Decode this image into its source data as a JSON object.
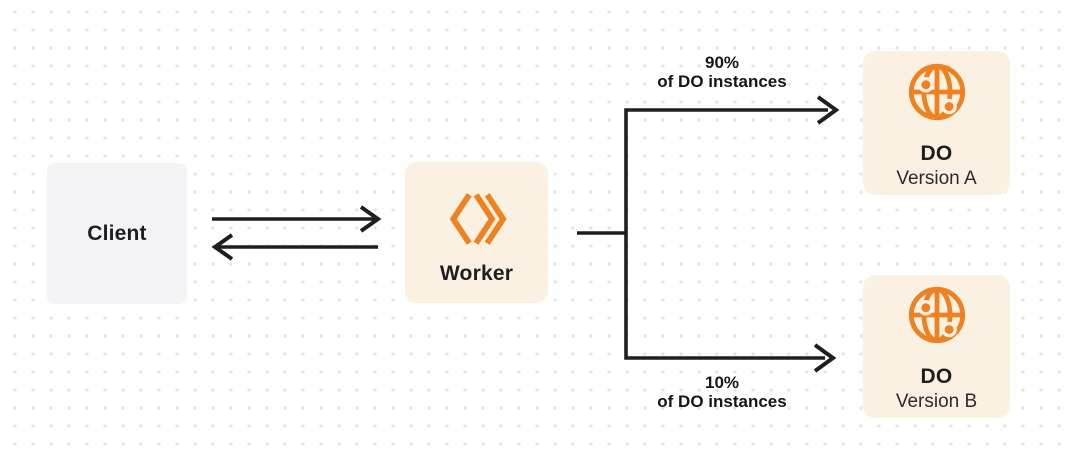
{
  "nodes": {
    "client": {
      "label": "Client"
    },
    "worker": {
      "label": "Worker"
    },
    "do_version_a": {
      "title": "DO",
      "subtitle": "Version A"
    },
    "do_version_b": {
      "title": "DO",
      "subtitle": "Version B"
    }
  },
  "edges": {
    "branch_a": {
      "percent": "90%",
      "caption": "of DO instances"
    },
    "branch_b": {
      "percent": "10%",
      "caption": "of DO instances"
    }
  },
  "icons": {
    "worker": "cloudflare-workers-icon",
    "durable_object": "globe-icon"
  },
  "colors": {
    "accent_orange": "#EF8220",
    "node_background_cream": "#FAF1E2",
    "client_background_gray": "#F4F4F6",
    "connector_dark": "#1F1F1F",
    "dot_grid": "#E4E4E8",
    "title_text": "#1E1E21",
    "subtitle_text": "#2B2B30"
  }
}
